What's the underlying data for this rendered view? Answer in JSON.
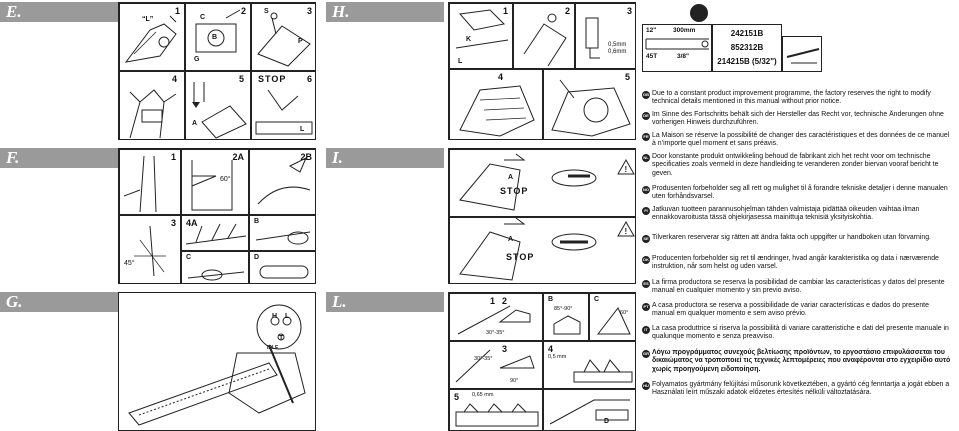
{
  "sections": {
    "E": "E.",
    "H": "H.",
    "F": "F.",
    "I": "I.",
    "G": "G.",
    "L": "L."
  },
  "panelE": {
    "n1": "1",
    "n2": "2",
    "n3": "3",
    "n4": "4",
    "n5": "5",
    "n6": "6",
    "stop": "STOP",
    "lC": "C",
    "lB": "B",
    "lS": "S",
    "lA": "A",
    "lG": "G",
    "lP": "P",
    "lL": "L",
    "lTop": "“L”"
  },
  "panelH": {
    "n1": "1",
    "n2": "2",
    "n3": "3",
    "n4": "4",
    "n5": "5",
    "lK": "K",
    "lL": "L",
    "gauge1": "0,5mm",
    "gauge2": "0,6mm"
  },
  "spec": {
    "bar": "12\"",
    "length": "300mm",
    "teeth": "45T",
    "pitch": "3/8\"",
    "codes": [
      "242151B",
      "852312B",
      "214215B (5/32\")"
    ]
  },
  "panelF": {
    "n1": "1",
    "n2": "2A",
    "n3": "2B",
    "n4": "3",
    "n5": "4A",
    "lB": "B",
    "lC": "C",
    "lD": "D",
    "angle": "45°",
    "angle2": "60°"
  },
  "panelI": {
    "stop1": "STOP",
    "stop2": "STOP",
    "lA1": "A",
    "lA2": "A"
  },
  "panelG": {
    "lH": "H",
    "lL": "L",
    "lT": "T",
    "lIdle": "IDLE"
  },
  "panelL": {
    "n1": "1",
    "n2": "2",
    "n3": "3",
    "n4": "4",
    "n5": "5",
    "lB": "B",
    "lC": "C",
    "lD": "D",
    "a1": "30°-35°",
    "a2": "85°-90°",
    "a3": "60°",
    "a4": "0,5 mm",
    "a5": "0,65 mm",
    "a6": "90°",
    "a7": "30°-35°"
  },
  "texts": [
    {
      "code": "GB",
      "text": "Due to a constant product improvement programme, the factory reserves the right to modify technical details mentioned in this manual without prior notice."
    },
    {
      "code": "DE",
      "text": "Im Sinne des Fortschritts behält sich der Hersteller das Recht vor, technische Änderungen ohne vorherigen Hinweis durchzuführen."
    },
    {
      "code": "FR",
      "text": "La Maison se réserve la possibilité de changer des caractéristiques et des données de ce manuel à n’importe quel moment et sans préavis."
    },
    {
      "code": "NL",
      "text": "Door konstante produkt ontwikkeling behoud de fabrikant zich het recht voor om technische specificaties zoals vermeld in deze handleiding te veranderen zonder biervan vooraf bericht te geven."
    },
    {
      "code": "NO",
      "text": "Produsenten forbeholder seg all rett og mulighet til å forandre tekniske detaljer i denne manualen uten forhåndsvarsel."
    },
    {
      "code": "FI",
      "text": "Jatkuvan tuotteen parannusohjelman tähden valmistaja pidättää oikeuden vaihtaa ilman ennakkovaroitusta tässä ohjekirjasessa mainittuja teknisiä yksityiskohtia."
    },
    {
      "code": "SE",
      "text": "Tilverkaren reserverar sig rätten att ändra fakta och uppgifter ur handboken utan förvarning."
    },
    {
      "code": "DK",
      "text": "Producenten forbeholder sig ret til ændringer, hvad angår karakteristika og data i nærværende instruktion, når som helst og uden varsel."
    },
    {
      "code": "ES",
      "text": "La firma productora se reserva la posibilidad de cambiar las características y datos del presente manual en cualquier momento y sin previo aviso."
    },
    {
      "code": "PT",
      "text": "A casa productora se reserva a possibilidade de variar características e dados do presente manual em qualquer momento e sem aviso prévio."
    },
    {
      "code": "IT",
      "text": "La casa produttrice si riserva la possibilità di variare caratteristiche e dati del presente manuale in qualunque momento e senza preavviso."
    },
    {
      "code": "GR",
      "text": "Λόγω προγράμματος συνεχούς βελτίωσης προϊόντων, το εργοστάσιο επιφυλάσσεται του δικαιώματος να τροποποιεί τις τεχνικές λεπτομέρειες που αναφέρονται στο εγχειρίδιο αυτό χωρίς προηγούμενη ειδοποίηση."
    },
    {
      "code": "HU",
      "text": "Folyamatos gyártmány felújítási műsorunk következtében, a gyártó cég fenntartja a jogát ebben a Használati leírt műszaki adatok előzetes értesítés nélküli változtatására."
    }
  ],
  "colors": {
    "section_bg": "#9a9a9a",
    "line": "#222222"
  }
}
